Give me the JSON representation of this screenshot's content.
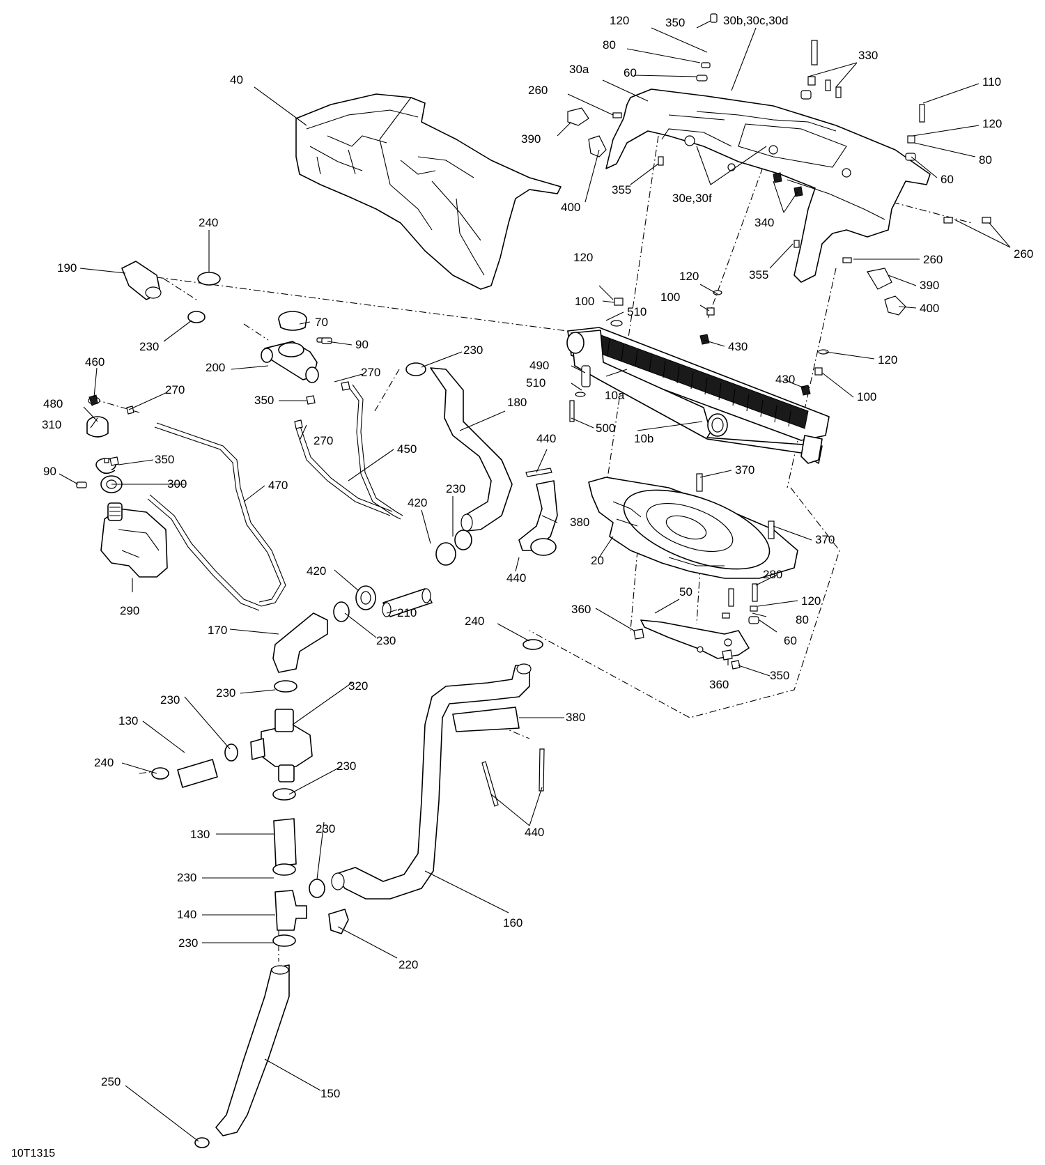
{
  "figure_id": "10T1315",
  "callouts": [
    {
      "label": "120"
    },
    {
      "label": "350"
    },
    {
      "label": "30b,30c,30d"
    },
    {
      "label": "80"
    },
    {
      "label": "30a"
    },
    {
      "label": "60"
    },
    {
      "label": "330"
    },
    {
      "label": "110"
    },
    {
      "label": "120"
    },
    {
      "label": "80"
    },
    {
      "label": "60"
    },
    {
      "label": "260"
    },
    {
      "label": "390"
    },
    {
      "label": "400"
    },
    {
      "label": "355"
    },
    {
      "label": "30e,30f"
    },
    {
      "label": "340"
    },
    {
      "label": "260"
    },
    {
      "label": "40"
    },
    {
      "label": "240"
    },
    {
      "label": "190"
    },
    {
      "label": "230"
    },
    {
      "label": "120"
    },
    {
      "label": "100"
    },
    {
      "label": "510"
    },
    {
      "label": "120"
    },
    {
      "label": "100"
    },
    {
      "label": "355"
    },
    {
      "label": "260"
    },
    {
      "label": "390"
    },
    {
      "label": "400"
    },
    {
      "label": "70"
    },
    {
      "label": "90"
    },
    {
      "label": "200"
    },
    {
      "label": "270"
    },
    {
      "label": "350"
    },
    {
      "label": "230"
    },
    {
      "label": "430"
    },
    {
      "label": "120"
    },
    {
      "label": "490"
    },
    {
      "label": "510"
    },
    {
      "label": "10a"
    },
    {
      "label": "430"
    },
    {
      "label": "100"
    },
    {
      "label": "460"
    },
    {
      "label": "270"
    },
    {
      "label": "480"
    },
    {
      "label": "180"
    },
    {
      "label": "500"
    },
    {
      "label": "10b"
    },
    {
      "label": "310"
    },
    {
      "label": "270"
    },
    {
      "label": "450"
    },
    {
      "label": "440"
    },
    {
      "label": "350"
    },
    {
      "label": "90"
    },
    {
      "label": "300"
    },
    {
      "label": "370"
    },
    {
      "label": "470"
    },
    {
      "label": "230"
    },
    {
      "label": "420"
    },
    {
      "label": "380"
    },
    {
      "label": "370"
    },
    {
      "label": "20"
    },
    {
      "label": "420"
    },
    {
      "label": "280"
    },
    {
      "label": "440"
    },
    {
      "label": "290"
    },
    {
      "label": "210"
    },
    {
      "label": "50"
    },
    {
      "label": "120"
    },
    {
      "label": "360"
    },
    {
      "label": "80"
    },
    {
      "label": "240"
    },
    {
      "label": "170"
    },
    {
      "label": "230"
    },
    {
      "label": "60"
    },
    {
      "label": "350"
    },
    {
      "label": "360"
    },
    {
      "label": "230"
    },
    {
      "label": "320"
    },
    {
      "label": "230"
    },
    {
      "label": "380"
    },
    {
      "label": "130"
    },
    {
      "label": "240"
    },
    {
      "label": "230"
    },
    {
      "label": "440"
    },
    {
      "label": "130"
    },
    {
      "label": "230"
    },
    {
      "label": "230"
    },
    {
      "label": "160"
    },
    {
      "label": "140"
    },
    {
      "label": "230"
    },
    {
      "label": "220"
    },
    {
      "label": "250"
    },
    {
      "label": "150"
    }
  ]
}
